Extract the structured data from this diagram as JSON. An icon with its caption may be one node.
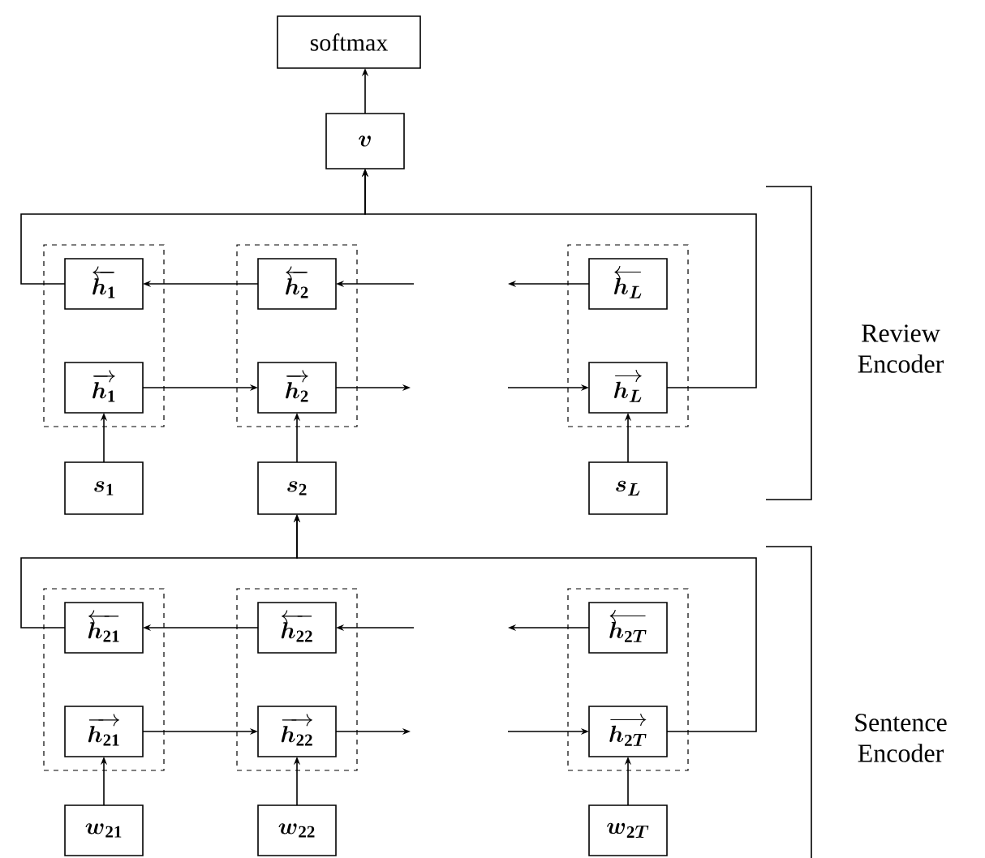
{
  "diagram": {
    "nodes": [
      {
        "text": [
          "softmax"
        ]
      },
      {
        "text": [
          "\\boldsymbol{v}"
        ]
      },
      {
        "text": [],
        "shape": "box"
      },
      {
        "text": [
          "\\overleftarrow{\\boldsymbol{h}_{\\mathbf{1}}}"
        ],
        "in": 2
      },
      {
        "text": [
          "\\overrightarrow{\\boldsymbol{h}_{\\mathbf{1}}}"
        ],
        "in": 2
      },
      {
        "text": [],
        "shape": "box"
      },
      {
        "text": [
          "\\overleftarrow{\\boldsymbol{h}_{\\mathbf{2}}}"
        ],
        "in": 5
      },
      {
        "text": [
          "\\overrightarrow{\\boldsymbol{h}_{\\mathbf{2}}}"
        ],
        "in": 5
      },
      {
        "text": [],
        "shape": "box"
      },
      {
        "text": [
          "\\overleftarrow{\\boldsymbol{h}_{\\boldsymbol{L}}}"
        ],
        "in": 8
      },
      {
        "text": [
          "\\overrightarrow{\\boldsymbol{h}_{\\boldsymbol{L}}}"
        ],
        "in": 8
      },
      {
        "text": [
          "\\boldsymbol{s}_{\\mathbf{1}}"
        ]
      },
      {
        "text": [
          "\\boldsymbol{s}_{\\mathbf{2}}"
        ]
      },
      {
        "text": [
          "\\boldsymbol{s}_{\\boldsymbol{L}}"
        ]
      },
      {
        "text": [],
        "shape": "box"
      },
      {
        "text": [
          "\\overleftarrow{\\boldsymbol{h}_{\\mathbf{21}}}"
        ],
        "in": 14
      },
      {
        "text": [
          "\\overrightarrow{\\boldsymbol{h}_{\\mathbf{21}}}"
        ],
        "in": 14
      },
      {
        "text": [],
        "shape": "box"
      },
      {
        "text": [
          "\\overleftarrow{\\boldsymbol{h}_{\\mathbf{22}}}"
        ],
        "in": 17
      },
      {
        "text": [
          "\\overrightarrow{\\boldsymbol{h}_{\\mathbf{22}}}"
        ],
        "in": 17
      },
      {
        "text": [],
        "shape": "box"
      },
      {
        "text": [
          "\\overleftarrow{\\boldsymbol{h}_{\\mathbf{2}\\boldsymbol{T}}}"
        ],
        "in": 20
      },
      {
        "text": [
          "\\overrightarrow{\\boldsymbol{h}_{\\mathbf{2}\\boldsymbol{T}}}"
        ],
        "in": 20
      },
      {
        "text": [
          "\\boldsymbol{w}_{\\mathbf{21}}"
        ]
      },
      {
        "text": [
          "\\boldsymbol{w}_{\\mathbf{22}}"
        ]
      },
      {
        "text": [
          "\\boldsymbol{w}_{\\mathbf{2}\\boldsymbol{T}}"
        ]
      }
    ],
    "edges": [
      {
        "from": 1,
        "to": 0,
        "arrow": "to"
      },
      {
        "from": 3,
        "to": 1,
        "arrow": "to"
      },
      {
        "from": 10,
        "to": 1,
        "arrow": "to"
      },
      {
        "from": 4,
        "to": 7,
        "arrow": "to"
      },
      {
        "from": 7,
        "to": null,
        "arrow": "to"
      },
      {
        "from": null,
        "to": 10,
        "arrow": "to"
      },
      {
        "from": null,
        "to": 6,
        "arrow": "to"
      },
      {
        "from": 6,
        "to": 3,
        "arrow": "to"
      },
      {
        "from": 9,
        "to": null,
        "arrow": "to"
      },
      {
        "from": 11,
        "to": 4,
        "arrow": "to"
      },
      {
        "from": 12,
        "to": 7,
        "arrow": "to"
      },
      {
        "from": 13,
        "to": 10,
        "arrow": "to"
      },
      {
        "from": 15,
        "to": 12,
        "arrow": "to"
      },
      {
        "from": 22,
        "to": 12,
        "arrow": "to"
      },
      {
        "from": 16,
        "to": 19,
        "arrow": "to"
      },
      {
        "from": 19,
        "to": null,
        "arrow": "to"
      },
      {
        "from": null,
        "to": 22,
        "arrow": "to"
      },
      {
        "from": null,
        "to": 18,
        "arrow": "to"
      },
      {
        "from": 18,
        "to": 15,
        "arrow": "to"
      },
      {
        "from": 21,
        "to": null,
        "arrow": "to"
      },
      {
        "from": 23,
        "to": 16,
        "arrow": "to"
      },
      {
        "from": 24,
        "to": 19,
        "arrow": "to"
      },
      {
        "from": 25,
        "to": 22,
        "arrow": "to"
      }
    ],
    "labels": [
      "Review Encoder",
      "Sentence Encoder"
    ]
  }
}
